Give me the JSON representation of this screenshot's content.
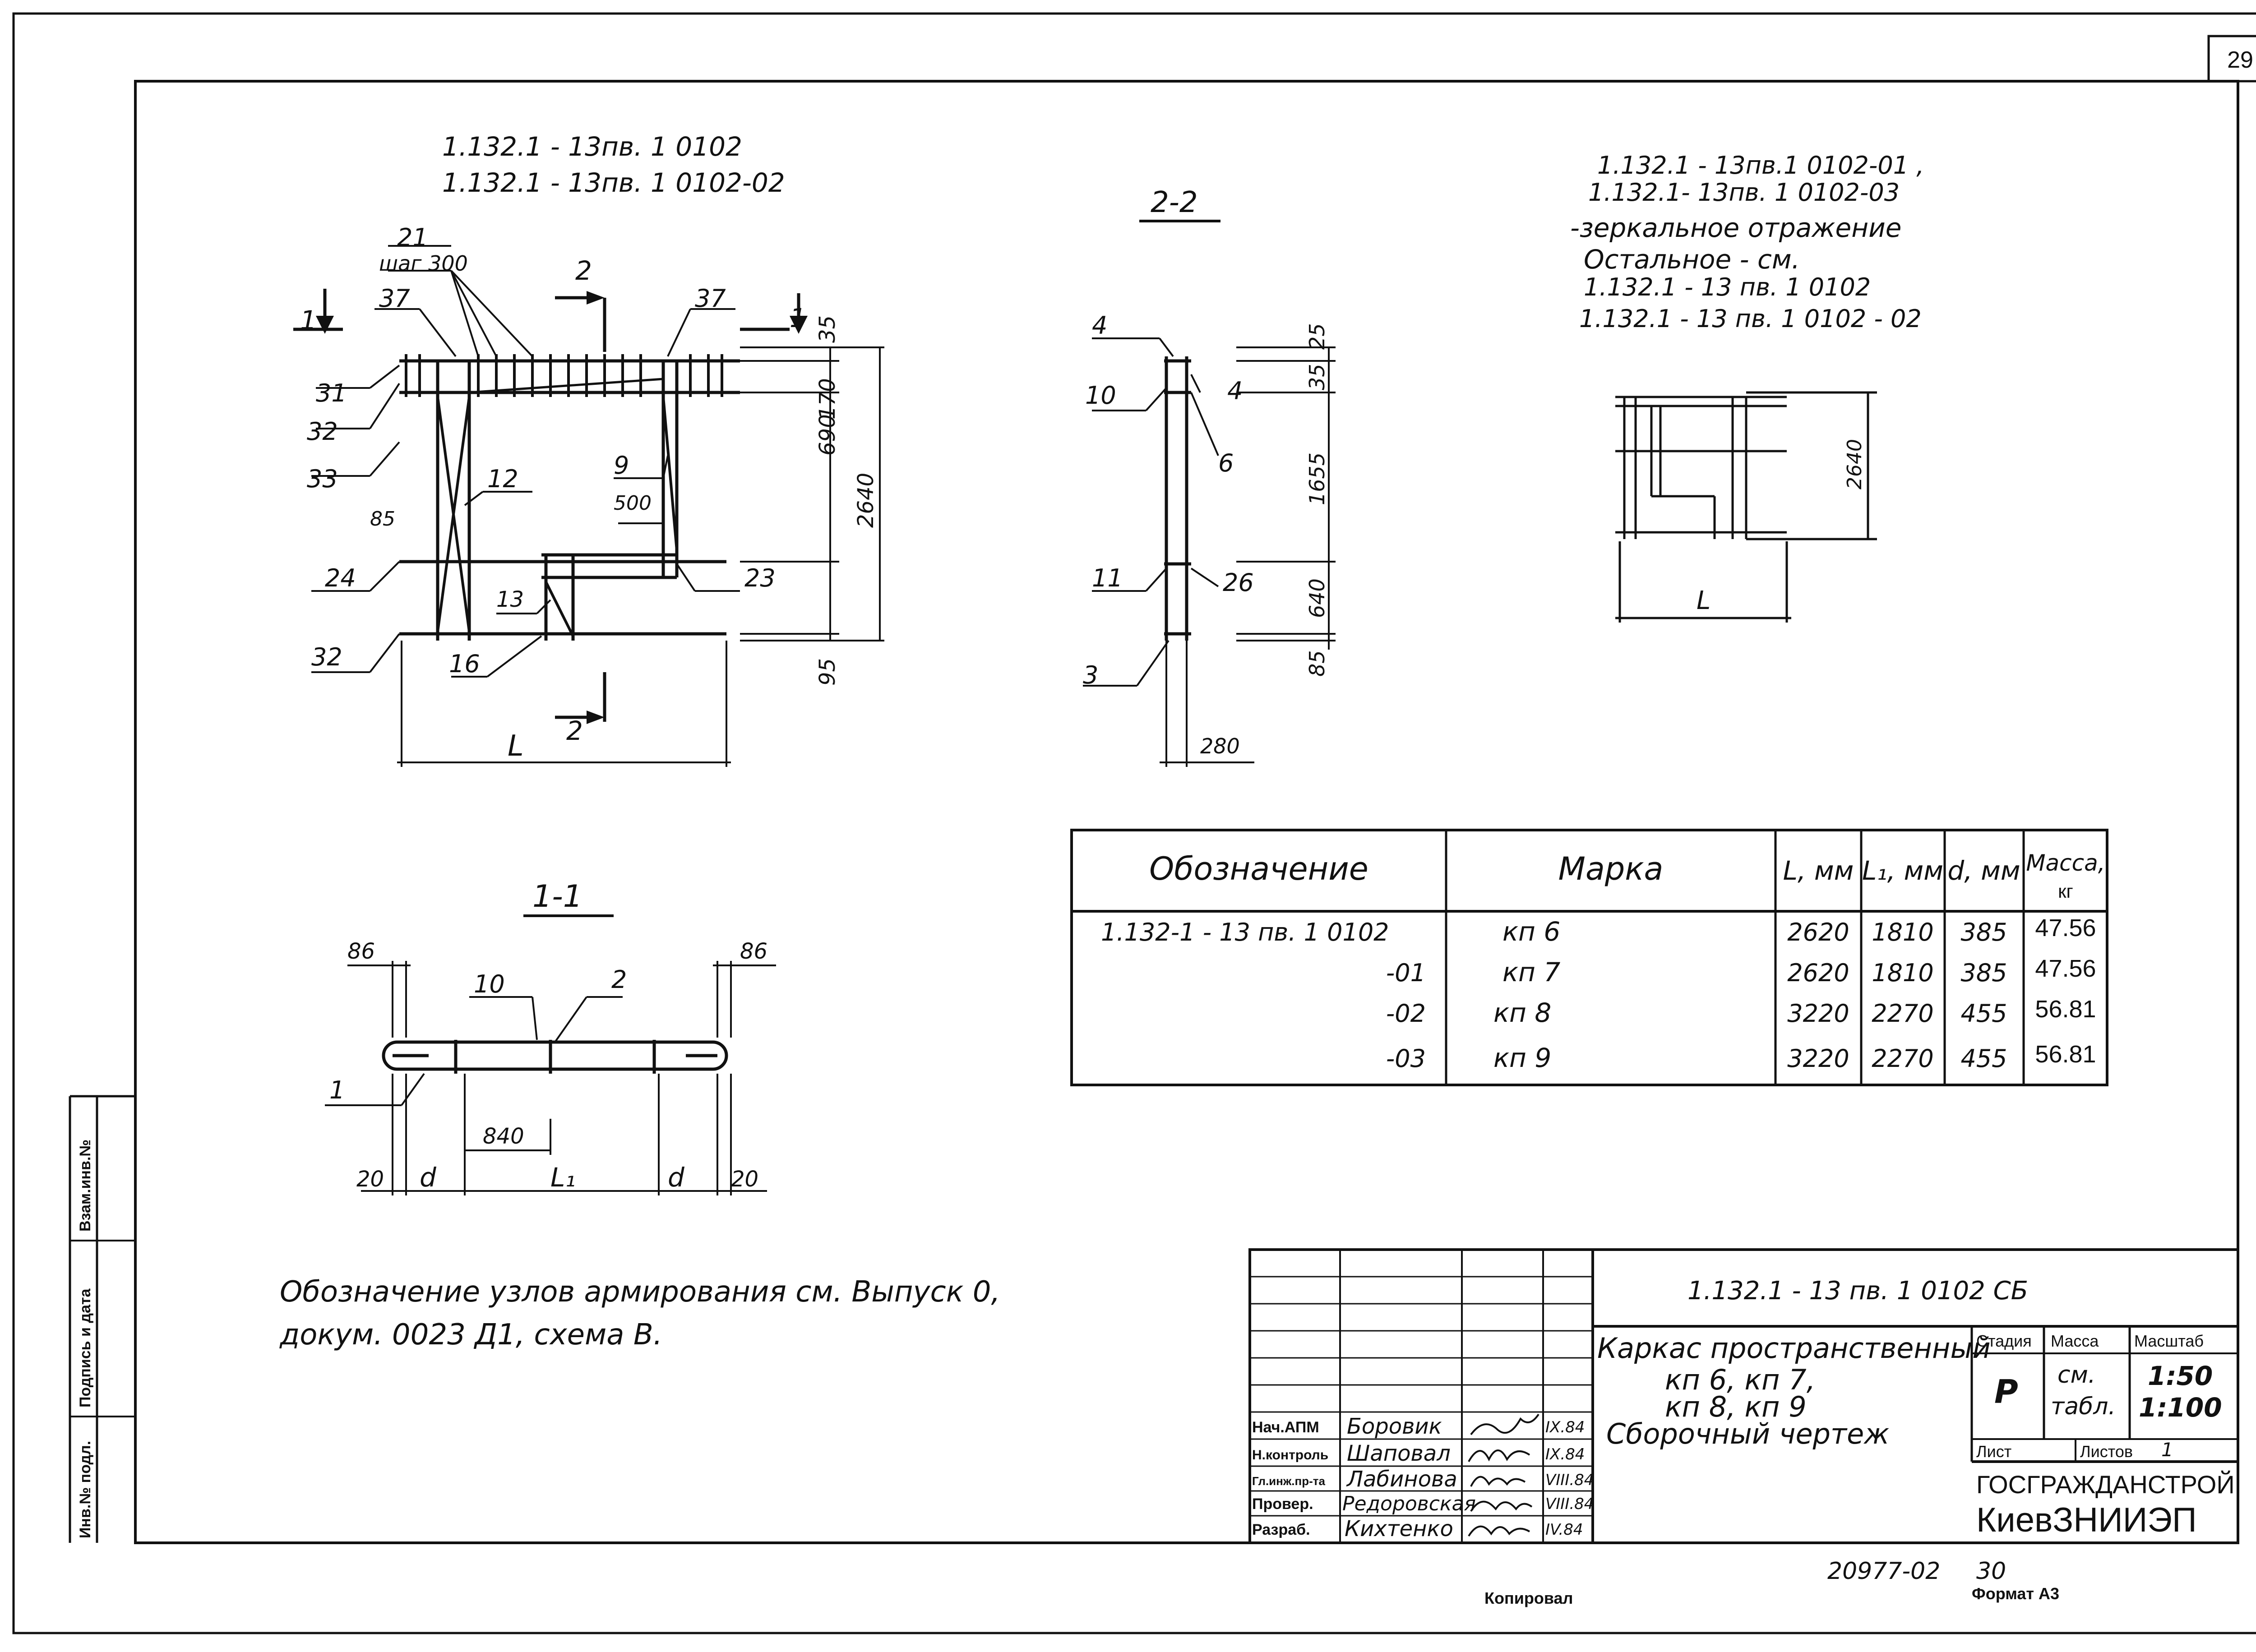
{
  "sheet": {
    "page_number": "29",
    "doc_code": "1.132.1 - 13 пв. 1 0102 СБ",
    "footer_number": "20977-02",
    "footer_page": "30",
    "copied_by": "Копировал",
    "format": "Формат А3"
  },
  "side_stamp": {
    "inv_orig": "Инв.№ подл.",
    "sign_date": "Подпись и дата",
    "vzam_inv": "Взам.инв.№"
  },
  "view_main": {
    "code_1": "1.132.1 - 13пв. 1 0102",
    "code_2": "1.132.1 - 13пв. 1 0102-02",
    "bar_21": "21",
    "step_note": "шаг 300",
    "cut_1_left": "1",
    "cut_1_right": "1",
    "cut_2_top": "2",
    "cut_2_bottom": "2",
    "pos_37_left": "37",
    "pos_37_right": "37",
    "pos_31": "31",
    "pos_32_top": "32",
    "pos_33": "33",
    "dim_85": "85",
    "pos_24": "24",
    "pos_32_bottom": "32",
    "pos_12": "12",
    "pos_9": "9",
    "dim_500": "500",
    "pos_23": "23",
    "pos_13": "13",
    "pos_16": "16",
    "dim_35": "35",
    "dim_170": "170",
    "dim_690": "690",
    "dim_2640": "2640",
    "dim_95": "95",
    "dim_L": "L"
  },
  "section_2_2": {
    "title": "2-2",
    "pos_4_left": "4",
    "pos_4_right": "4",
    "pos_10": "10",
    "pos_6": "6",
    "pos_11": "11",
    "pos_26": "26",
    "pos_3": "3",
    "dim_25": "25",
    "dim_35": "35",
    "dim_1655": "1655",
    "dim_640": "640",
    "dim_85": "85",
    "dim_280": "280"
  },
  "mirror_note": {
    "line_1": "1.132.1 - 13пв.1 0102-01 ,",
    "line_2": "1.132.1- 13пв. 1 0102-03",
    "line_3": "-зеркальное отражение",
    "line_4": "Остальное - см.",
    "line_5": "1.132.1 - 13 пв. 1 0102",
    "line_6": "1.132.1 - 13 пв. 1 0102 - 02",
    "dim_2640": "2640",
    "dim_L": "L"
  },
  "section_1_1": {
    "title": "1-1",
    "dim_86_left": "86",
    "dim_86_right": "86",
    "pos_10": "10",
    "pos_2": "2",
    "pos_1": "1",
    "dim_840": "840",
    "dim_20_left": "20",
    "dim_d_left": "d",
    "dim_L1": "L₁",
    "dim_d_right": "d",
    "dim_20_right": "20"
  },
  "spec_table": {
    "headers": [
      "Обозначение",
      "Марка",
      "L, мм",
      "L₁, мм",
      "d, мм",
      "Масса,",
      "кг"
    ],
    "rows": [
      {
        "code": "1.132-1 - 13 пв. 1 0102",
        "mark": "кп 6",
        "L": "2620",
        "L1": "1810",
        "d": "385",
        "mass": "47.56"
      },
      {
        "code": "-01",
        "mark": "кп 7",
        "L": "2620",
        "L1": "1810",
        "d": "385",
        "mass": "47.56"
      },
      {
        "code": "-02",
        "mark": "кп 8",
        "L": "3220",
        "L1": "2270",
        "d": "455",
        "mass": "56.81"
      },
      {
        "code": "-03",
        "mark": "кп 9",
        "L": "3220",
        "L1": "2270",
        "d": "455",
        "mass": "56.81"
      }
    ]
  },
  "bottom_note": {
    "line_1": "Обозначение  узлов армирования см. Выпуск 0,",
    "line_2": "докум. 0023 Д1,  схема В."
  },
  "title_block": {
    "name_1": "Каркас пространственный",
    "name_2": "кп 6, кп 7,",
    "name_3": "кп 8, кп 9",
    "name_4": "Сборочный  чертеж",
    "stage_label": "Стадия",
    "mass_label": "Масса",
    "scale_label": "Масштаб",
    "stage_value": "Р",
    "mass_value_1": "см.",
    "mass_value_2": "табл.",
    "scale_1": "1:50",
    "scale_2": "1:100",
    "sheet_label": "Лист",
    "sheets_label": "Листов",
    "sheets_value": "1",
    "org_1": "ГОСГРАЖДАНСТРОЙ",
    "org_2": "КиевЗНИИЭП",
    "people": [
      {
        "role": "Нач.АПМ",
        "name": "Боровик",
        "date": "IX.84"
      },
      {
        "role": "Н.контроль",
        "name": "Шаповал",
        "date": "IX.84"
      },
      {
        "role": "Гл.инж.пр-та",
        "name": "Лабинова",
        "date": "VIII.84"
      },
      {
        "role": "Провер.",
        "name": "Редоровская",
        "date": "VIII.84"
      },
      {
        "role": "Разраб.",
        "name": "Кихтенко",
        "date": "IV.84"
      }
    ]
  }
}
